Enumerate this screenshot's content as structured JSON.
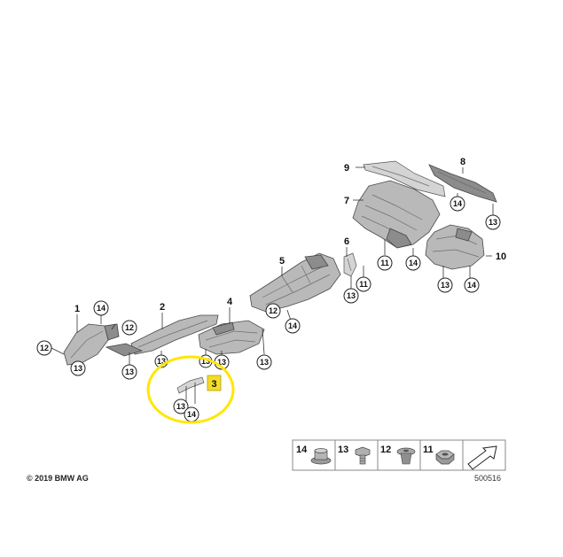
{
  "diagram": {
    "copyright": "© 2019 BMW AG",
    "drawing_number": "500516",
    "highlight_color": "#ffe600",
    "callouts": {
      "c1": "1",
      "c2": "2",
      "c3": "3",
      "c4": "4",
      "c5": "5",
      "c6": "6",
      "c7": "7",
      "c8": "8",
      "c9": "9",
      "c10": "10"
    },
    "refs": {
      "n11": "11",
      "n12": "12",
      "n13": "13",
      "n14": "14"
    },
    "legend": {
      "items": [
        {
          "number": "14",
          "hardware": "flange nut"
        },
        {
          "number": "13",
          "hardware": "screw-stud"
        },
        {
          "number": "12",
          "hardware": "expanding nut"
        },
        {
          "number": "11",
          "hardware": "hex nut"
        }
      ]
    }
  }
}
